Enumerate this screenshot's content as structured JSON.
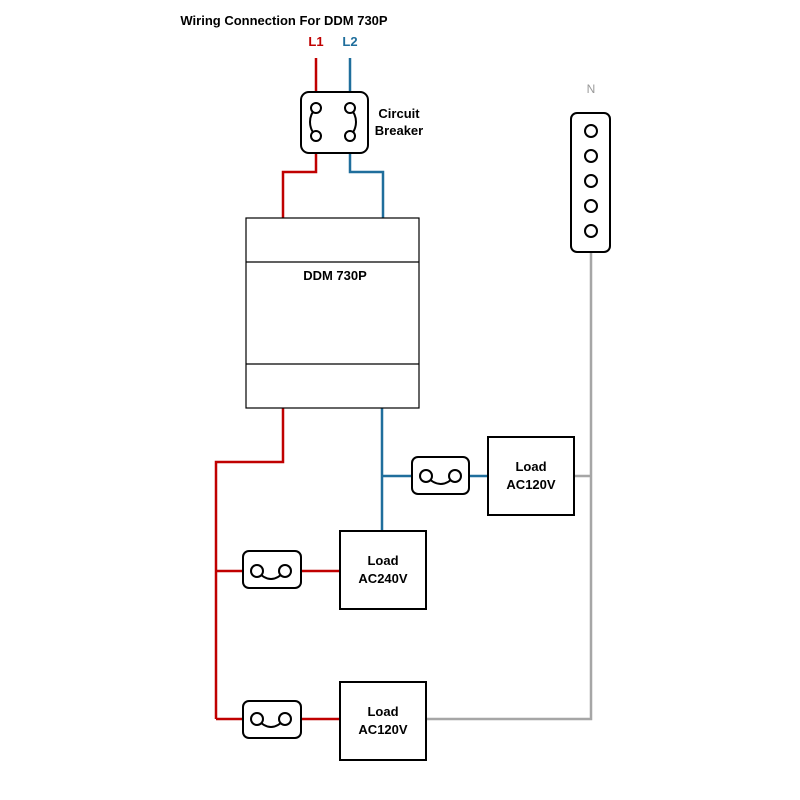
{
  "title": "Wiring Connection For DDM 730P",
  "labels": {
    "l1": "L1",
    "l2": "L2",
    "neutral": "N",
    "breaker_line1": "Circuit",
    "breaker_line2": "Breaker",
    "meter": "DDM 730P"
  },
  "loads": [
    {
      "line1": "Load",
      "line2": "AC120V"
    },
    {
      "line1": "Load",
      "line2": "AC240V"
    },
    {
      "line1": "Load",
      "line2": "AC120V"
    }
  ],
  "colors": {
    "l1_wire": "#c00000",
    "l2_wire": "#1f6e9c",
    "neutral_wire": "#a6a6a6",
    "outline": "#000000",
    "l1_text": "#c00000",
    "l2_text": "#1f6e9c",
    "neutral_text": "#999999"
  }
}
